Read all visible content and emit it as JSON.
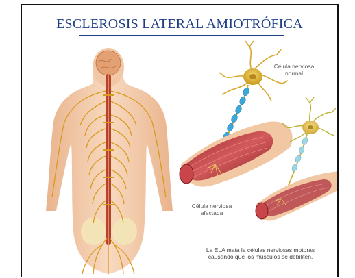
{
  "title": "ESCLEROSIS LATERAL AMIOTRÓFICA",
  "labels": {
    "normal_line1": "Célula nerviosa",
    "normal_line2": "normal",
    "affected_line1": "Célula nerviosa",
    "affected_line2": "afectada"
  },
  "caption": {
    "line1": "La ELA mata la células nerviosas motoras",
    "line2": "causando que los músculos se debiliten."
  },
  "colors": {
    "title": "#1f3f86",
    "nerve": "#d79a1c",
    "skin": "#f2c7a4",
    "muscle": "#b8343a",
    "myelin": "#3ea6d8"
  }
}
